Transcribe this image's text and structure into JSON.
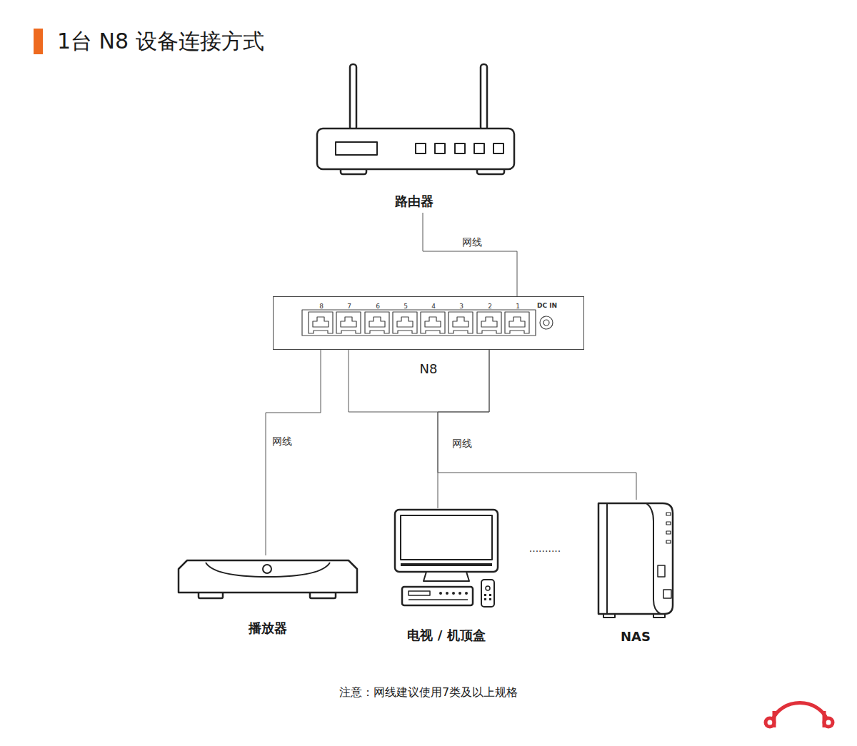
{
  "diagram": {
    "title": "1台 N8 设备连接方式",
    "caption": "注意：网线建议使用7类及以上规格",
    "nodes": [
      {
        "text": [
          "路由器"
        ]
      },
      {
        "text": [
          "N8"
        ]
      },
      {
        "text": [
          "播放器"
        ]
      },
      {
        "text": [
          "电视 / 机顶盒"
        ]
      },
      {
        "text": [
          "NAS"
        ]
      }
    ],
    "edges": [
      {
        "from": 0,
        "to": 1,
        "arrow": "none",
        "label": "网线"
      },
      {
        "from": 1,
        "to": 2,
        "arrow": "none",
        "label": "网线"
      },
      {
        "from": 1,
        "to": 3,
        "arrow": "none",
        "label": "网线"
      },
      {
        "from": 1,
        "to": 4,
        "arrow": "none"
      }
    ],
    "labels": [
      "8",
      "7",
      "6",
      "5",
      "4",
      "3",
      "2",
      "1",
      "DC IN",
      ".........."
    ]
  }
}
